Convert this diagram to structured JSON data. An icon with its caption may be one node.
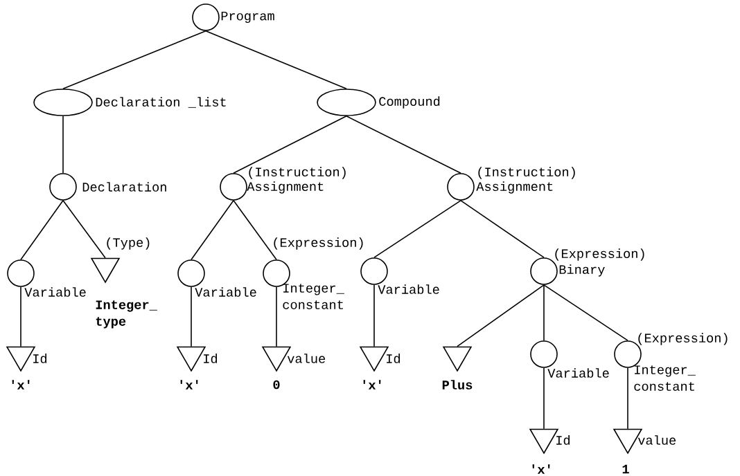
{
  "diagram": {
    "nodes": [
      {
        "text": [
          "Program"
        ]
      },
      {
        "text": [
          "Declaration _list"
        ]
      },
      {
        "text": [
          "Compound"
        ]
      },
      {
        "text": [
          "Declaration"
        ]
      },
      {
        "text": [
          "(Instruction)",
          "Assignment"
        ]
      },
      {
        "text": [
          "(Instruction)",
          "Assignment"
        ]
      },
      {
        "text": [
          "Variable"
        ]
      },
      {
        "text": [
          "(Type)"
        ],
        "beside": [
          "Integer_ type"
        ]
      },
      {
        "text": [
          "Variable"
        ]
      },
      {
        "text": [
          "(Expression)",
          "Integer_ constant"
        ]
      },
      {
        "text": [
          "Variable"
        ]
      },
      {
        "text": [
          "(Expression)",
          "Binary"
        ]
      },
      {
        "text": [
          "Id"
        ],
        "beside": [
          "'x'"
        ]
      },
      {
        "text": [
          "Id"
        ],
        "beside": [
          "'x'"
        ]
      },
      {
        "text": [
          "value"
        ],
        "beside": [
          "0"
        ]
      },
      {
        "text": [
          "Id"
        ],
        "beside": [
          "'x'"
        ]
      },
      {
        "text": [],
        "shape": "triangle",
        "beside": [
          "Plus"
        ]
      },
      {
        "text": [
          "Variable"
        ]
      },
      {
        "text": [
          "(Expression)",
          "Integer_ constant"
        ]
      },
      {
        "text": [
          "Id"
        ],
        "beside": [
          "'x'"
        ]
      },
      {
        "text": [
          "value"
        ],
        "beside": [
          "1"
        ]
      }
    ],
    "edges": [
      {
        "from": 0,
        "to": 1,
        "arrow": "none"
      },
      {
        "from": 0,
        "to": 2,
        "arrow": "none"
      },
      {
        "from": 1,
        "to": 3,
        "arrow": "none"
      },
      {
        "from": 3,
        "to": 6,
        "arrow": "none"
      },
      {
        "from": 3,
        "to": 7,
        "arrow": "none"
      },
      {
        "from": 6,
        "to": 12,
        "arrow": "none"
      },
      {
        "from": 2,
        "to": 4,
        "arrow": "none"
      },
      {
        "from": 2,
        "to": 5,
        "arrow": "none"
      },
      {
        "from": 4,
        "to": 8,
        "arrow": "none"
      },
      {
        "from": 4,
        "to": 9,
        "arrow": "none"
      },
      {
        "from": 8,
        "to": 13,
        "arrow": "none"
      },
      {
        "from": 9,
        "to": 14,
        "arrow": "none"
      },
      {
        "from": 5,
        "to": 10,
        "arrow": "none"
      },
      {
        "from": 5,
        "to": 11,
        "arrow": "none"
      },
      {
        "from": 10,
        "to": 15,
        "arrow": "none"
      },
      {
        "from": 11,
        "to": 16,
        "arrow": "none"
      },
      {
        "from": 11,
        "to": 17,
        "arrow": "none"
      },
      {
        "from": 11,
        "to": 18,
        "arrow": "none"
      },
      {
        "from": 17,
        "to": 19,
        "arrow": "none"
      },
      {
        "from": 18,
        "to": 20,
        "arrow": "none"
      }
    ]
  }
}
